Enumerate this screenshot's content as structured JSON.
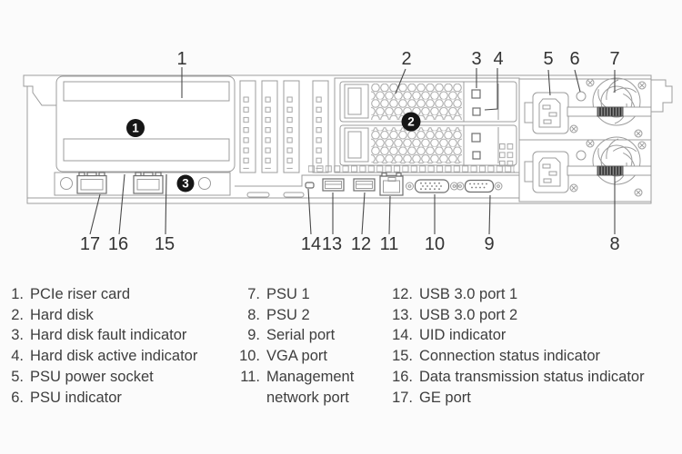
{
  "diagram": {
    "callouts": {
      "c1": "1",
      "c2": "2",
      "c3": "3",
      "c4": "4",
      "c5": "5",
      "c6": "6",
      "c7": "7",
      "c8": "8",
      "c9": "9",
      "c10": "10",
      "c11": "11",
      "c12": "12",
      "c13": "13",
      "c14": "14",
      "c15": "15",
      "c16": "16",
      "c17": "17"
    },
    "badges": {
      "b1": "1",
      "b2": "2",
      "b3": "3"
    }
  },
  "legend": {
    "col1": [
      {
        "num": "1.",
        "label": "PCIe riser card"
      },
      {
        "num": "2.",
        "label": "Hard disk"
      },
      {
        "num": "3.",
        "label": "Hard disk fault indicator"
      },
      {
        "num": "4.",
        "label": "Hard disk active indicator"
      },
      {
        "num": "5.",
        "label": "PSU power socket"
      },
      {
        "num": "6.",
        "label": "PSU indicator"
      }
    ],
    "col2": [
      {
        "num": "7.",
        "label": "PSU 1"
      },
      {
        "num": "8.",
        "label": "PSU 2"
      },
      {
        "num": "9.",
        "label": "Serial port"
      },
      {
        "num": "10.",
        "label": "VGA port"
      },
      {
        "num": "11.",
        "label": "Management\nnetwork port"
      }
    ],
    "col3": [
      {
        "num": "12.",
        "label": "USB 3.0 port 1"
      },
      {
        "num": "13.",
        "label": "USB 3.0 port 2"
      },
      {
        "num": "14.",
        "label": "UID indicator"
      },
      {
        "num": "15.",
        "label": "Connection status indicator"
      },
      {
        "num": "16.",
        "label": "Data transmission status indicator"
      },
      {
        "num": "17.",
        "label": "GE port"
      }
    ],
    "colors": {
      "line": "#9c9c9c",
      "callout": "#4a4a4a",
      "text": "#3e3e3e",
      "badge": "#161616"
    }
  }
}
